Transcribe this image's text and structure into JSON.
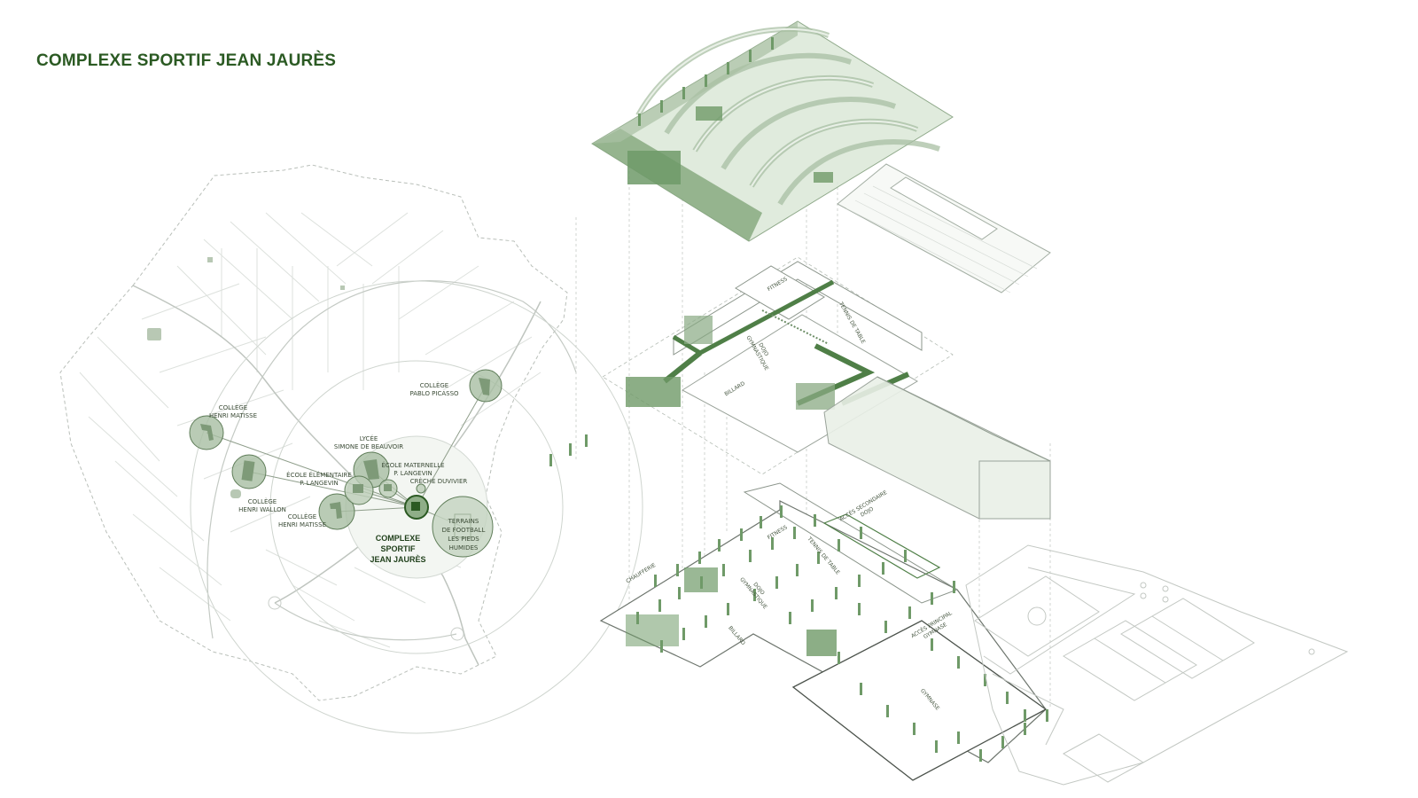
{
  "title": "COMPLEXE SPORTIF JEAN JAURÈS",
  "colors": {
    "accent": "#2b5a23",
    "green_fill": "#6f9a68",
    "green_light": "#dce8d8",
    "line": "#9aa59a"
  },
  "map_labels": {
    "college_matisse_top": [
      "COLLÈGE",
      "HENRI MATISSE"
    ],
    "college_picasso": [
      "COLLÈGE",
      "PABLO PICASSO"
    ],
    "lycee": [
      "LYCÉE",
      "SIMONE DE BEAUVOIR"
    ],
    "ecole_elementaire": [
      "ÉCOLE ÉLÉMENTAIRE",
      "P. LANGEVIN"
    ],
    "ecole_maternelle": [
      "ÉCOLE MATERNELLE",
      "P. LANGEVIN"
    ],
    "creche": [
      "CRÈCHE DUVIVIER"
    ],
    "college_wallon": [
      "COLLÈGE",
      "HENRI WALLON"
    ],
    "college_matisse_bottom": [
      "COLLÈGE",
      "HENRI MATISSE"
    ],
    "complexe": [
      "COMPLEXE",
      "SPORTIF",
      "JEAN JAURÈS"
    ],
    "terrains": [
      "TERRAINS",
      "DE FOOTBALL",
      "LES PIEDS",
      "HUMIDES"
    ]
  },
  "floor_labels": {
    "fitness": "FITNESS",
    "tennis_table": "TENNIS DE TABLE",
    "dojo": [
      "DOJO",
      "GYMNASTIQUE"
    ],
    "billard": "BILLARD",
    "chaufferie": "CHAUFFERIE",
    "acces_secondaire": [
      "ACCÈS SECONDAIRE",
      "DOJO"
    ],
    "acces_principal": [
      "ACCÈS PRINCIPAL",
      "GYMNASE"
    ],
    "gymnase": "GYMNASE"
  }
}
